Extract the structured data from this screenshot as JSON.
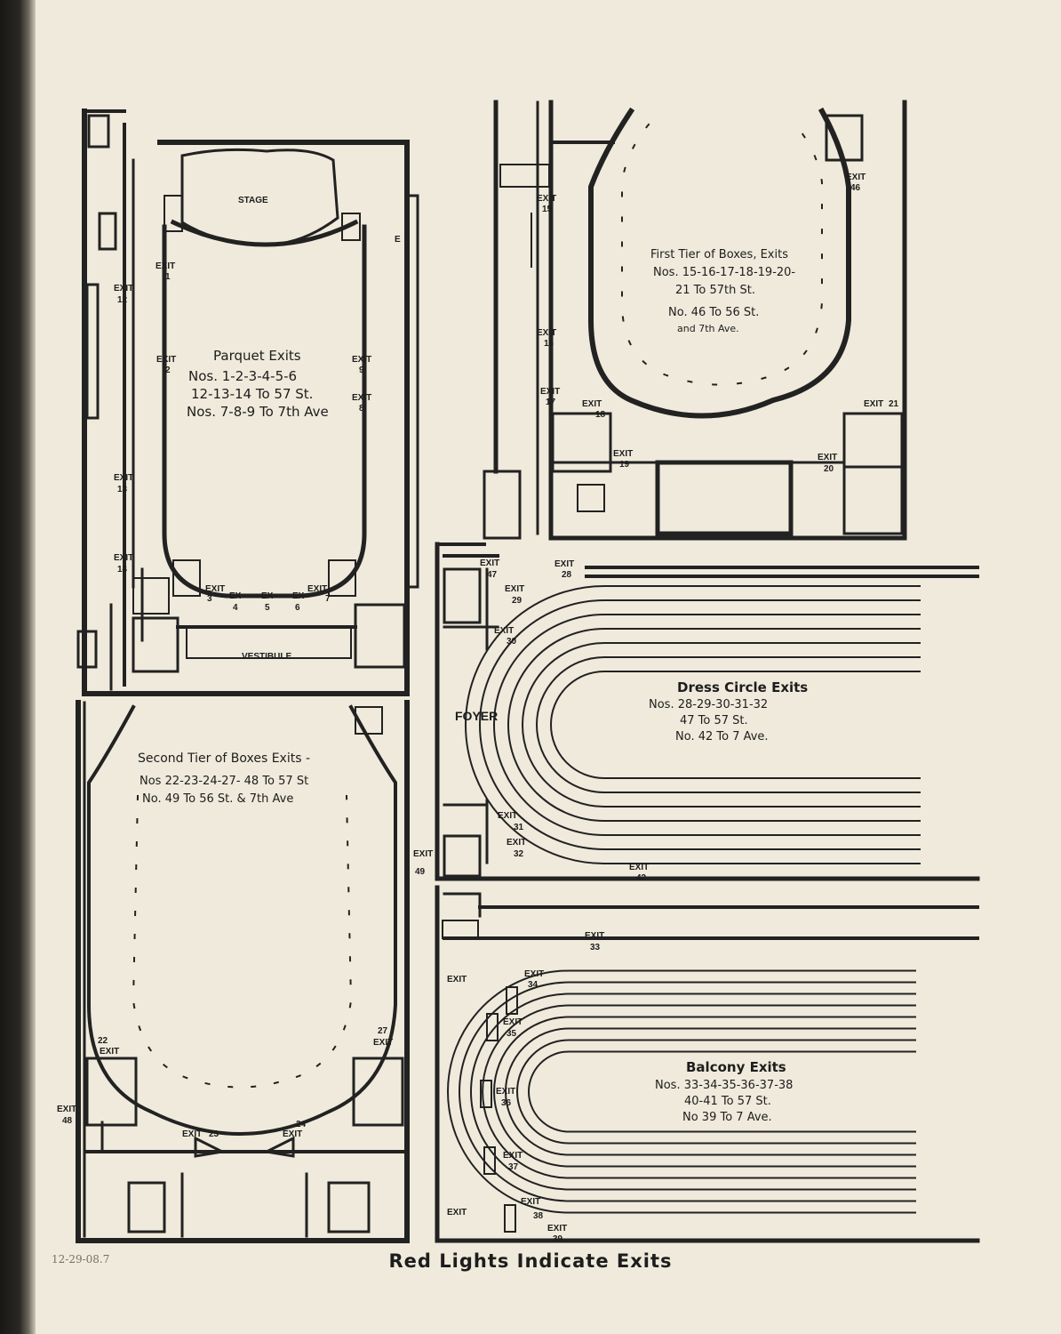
{
  "caption": "Red Lights Indicate Exits",
  "archive_note": "12-29-08.7",
  "rooms": {
    "stage": "STAGE",
    "vestibule": "VESTIBULE",
    "foyer": "FOYER"
  },
  "sections": {
    "parquet": {
      "title": "Parquet Exits",
      "lines": [
        "Nos. 1-2-3-4-5-6",
        "12-13-14 To 57 St.",
        "Nos. 7-8-9 To 7th Ave"
      ]
    },
    "first_tier": {
      "title": "First Tier of Boxes, Exits",
      "lines": [
        "Nos. 15-16-17-18-19-20-",
        "21 To 57th St.",
        "No. 46 To 56 St.",
        "and 7th Ave."
      ]
    },
    "dress_circle": {
      "title": "Dress Circle Exits",
      "lines": [
        "Nos. 28-29-30-31-32",
        "47 To 57 St.",
        "No. 42 To 7 Ave."
      ]
    },
    "second_tier": {
      "title": "Second Tier of Boxes Exits -",
      "lines": [
        "Nos 22-23-24-27- 48 To 57 St",
        "No. 49 To 56 St. & 7th Ave"
      ]
    },
    "balcony": {
      "title": "Balcony Exits",
      "lines": [
        "Nos. 33-34-35-36-37-38",
        "40-41 To 57 St.",
        "No 39 To 7 Ave."
      ]
    }
  },
  "exit_word": "EXIT",
  "ex_word": "EX",
  "exits": [
    "1",
    "2",
    "3",
    "4",
    "5",
    "6",
    "7",
    "8",
    "9",
    "12",
    "13",
    "14",
    "15",
    "16",
    "17",
    "18",
    "19",
    "20",
    "21",
    "22",
    "23",
    "24",
    "27",
    "28",
    "29",
    "30",
    "31",
    "32",
    "33",
    "34",
    "35",
    "36",
    "37",
    "38",
    "39",
    "42",
    "46",
    "47",
    "48",
    "49"
  ],
  "unnumbered_exits": 3
}
